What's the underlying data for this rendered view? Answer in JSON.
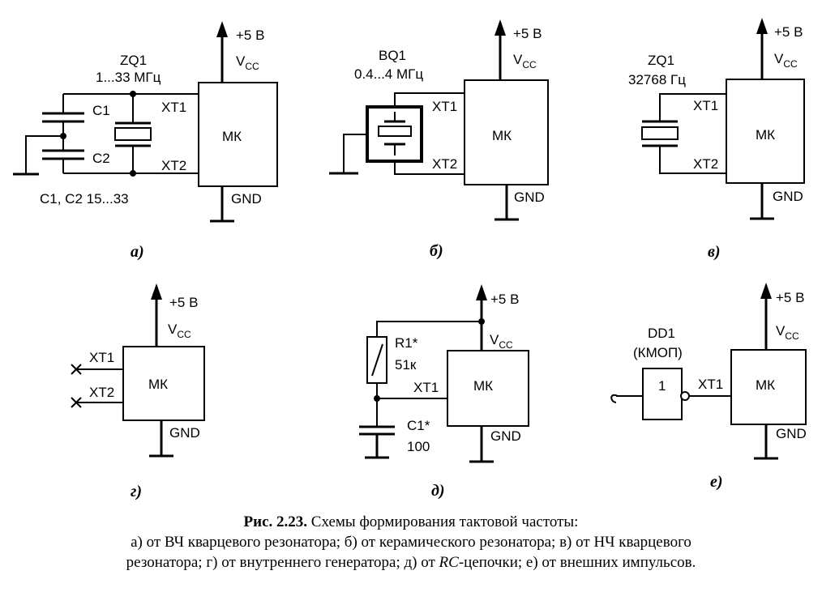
{
  "common": {
    "supply": "+5 В",
    "vcc_main": "V",
    "vcc_sub": "CC",
    "gnd": "GND",
    "mk": "МК",
    "xt1": "XT1",
    "xt2": "XT2"
  },
  "a": {
    "part": "ZQ1",
    "freq": "1...33  МГц",
    "c1": "C1",
    "c2": "C2",
    "caps_value": "C1, C2 15...33",
    "label": "а)"
  },
  "b": {
    "part": "BQ1",
    "freq": "0.4...4 МГц",
    "label": "б)"
  },
  "v": {
    "part": "ZQ1",
    "freq": "32768 Гц",
    "label": "в)"
  },
  "g": {
    "label": "г)"
  },
  "d": {
    "r1": "R1*",
    "r1_value": "51к",
    "c1": "C1*",
    "c1_value": "100",
    "label": "д)"
  },
  "e": {
    "part": "DD1",
    "type": "(КМОП)",
    "gate": "1",
    "label": "е)"
  },
  "caption": {
    "title": "Рис. 2.23.",
    "title_rest": " Схемы формирования тактовой частоты:",
    "line2": "а) от ВЧ кварцевого резонатора; б) от керамического резонатора; в) от НЧ кварцевого",
    "line3_a": "резонатора; г) от внутреннего генератора; д) от ",
    "line3_rc": "RC",
    "line3_b": "-цепочки; е) от внешних импульсов."
  }
}
